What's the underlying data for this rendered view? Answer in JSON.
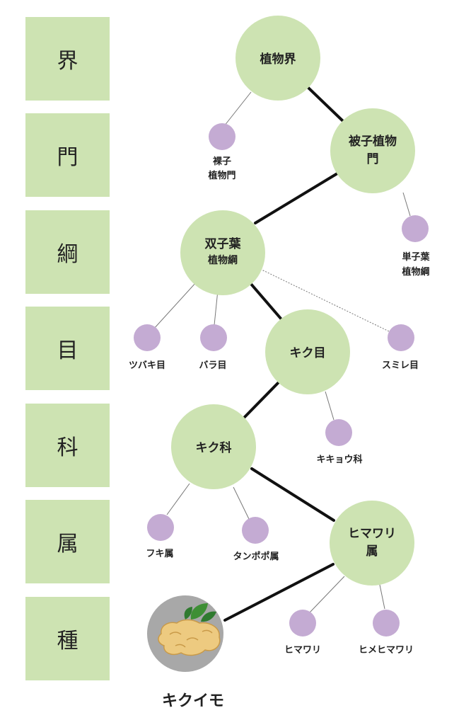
{
  "ranks": [
    "界",
    "門",
    "綱",
    "目",
    "科",
    "属",
    "種"
  ],
  "nodes": {
    "kingdom": [
      "植物界"
    ],
    "phylum": [
      "被子植物",
      "門"
    ],
    "class": [
      "双子葉",
      "植物綱"
    ],
    "order": [
      "キク目"
    ],
    "family": [
      "キク科"
    ],
    "genus": [
      "ヒマワリ",
      "属"
    ],
    "species": "キクイモ"
  },
  "branches": {
    "gymnosperm": [
      "裸子",
      "植物門"
    ],
    "monocot": [
      "単子葉",
      "植物綱"
    ],
    "tsubaki": "ツバキ目",
    "bara": "バラ目",
    "sumire": "スミレ目",
    "kikyou": "キキョウ科",
    "fuki": "フキ属",
    "tanpopo": "タンポポ属",
    "himawari": "ヒマワリ",
    "himehimawari": "ヒメヒマワリ"
  },
  "colors": {
    "rank_box": "#cde3b2",
    "main_node": "#cde3b2",
    "side_node": "#c4abd3",
    "species_bg": "#a8a8a8"
  }
}
